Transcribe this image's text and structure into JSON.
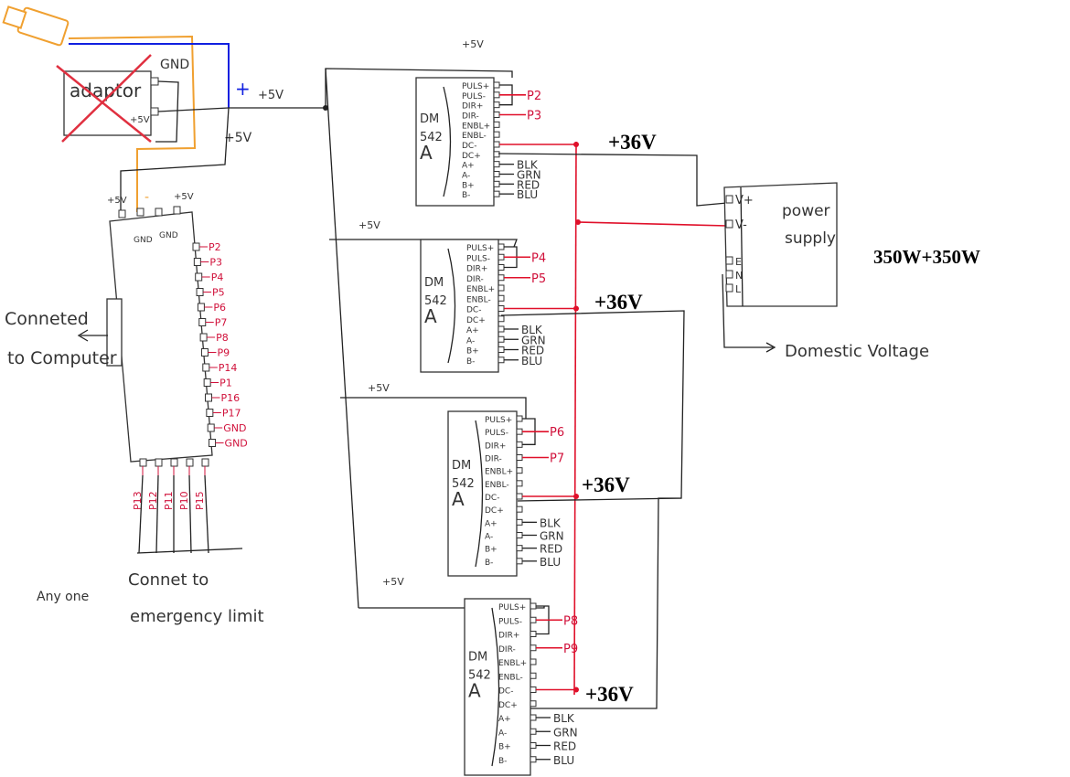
{
  "usb_adapter": {
    "gnd_label": "GND",
    "plus_label": "+5V",
    "adapter_label": "adaptor",
    "blue_plus": "+",
    "plus5v_top": "+5V",
    "plus5v_lower": "+5V"
  },
  "breakout_board": {
    "top_labels": [
      "+5V",
      "-",
      "+5V"
    ],
    "gnd_labels": [
      "GND",
      "GND"
    ],
    "right_pins": [
      "P2",
      "P3",
      "P4",
      "P5",
      "P6",
      "P7",
      "P8",
      "P9",
      "P14",
      "P1",
      "P16",
      "P17",
      "GND",
      "GND"
    ],
    "bottom_pins": [
      "P13",
      "P12",
      "P11",
      "P10",
      "P15"
    ],
    "connector_note": [
      "Conneted",
      "to Computer"
    ],
    "any_one": "Any one",
    "limit_note": [
      "Connet to",
      "emergency limit"
    ]
  },
  "drivers": [
    {
      "name": [
        "DM",
        "542",
        "A"
      ],
      "v5": "+5V",
      "pins": [
        "PULS+",
        "PULS-",
        "DIR+",
        "DIR-",
        "ENBL+",
        "ENBL-",
        "DC-",
        "DC+",
        "A+",
        "A-",
        "B+",
        "B-"
      ],
      "signals": [
        "P2",
        "P3"
      ],
      "motor": [
        "BLK",
        "GRN",
        "RED",
        "BLU"
      ],
      "v36": "+36V"
    },
    {
      "name": [
        "DM",
        "542",
        "A"
      ],
      "v5": "+5V",
      "pins": [
        "PULS+",
        "PULS-",
        "DIR+",
        "DIR-",
        "ENBL+",
        "ENBL-",
        "DC-",
        "DC+",
        "A+",
        "A-",
        "B+",
        "B-"
      ],
      "signals": [
        "P4",
        "P5"
      ],
      "motor": [
        "BLK",
        "GRN",
        "RED",
        "BLU"
      ],
      "v36": "+36V"
    },
    {
      "name": [
        "DM",
        "542",
        "A"
      ],
      "v5": "+5V",
      "pins": [
        "PULS+",
        "PULS-",
        "DIR+",
        "DIR-",
        "ENBL+",
        "ENBL-",
        "DC-",
        "DC+",
        "A+",
        "A-",
        "B+",
        "B-"
      ],
      "signals": [
        "P6",
        "P7"
      ],
      "motor": [
        "BLK",
        "GRN",
        "RED",
        "BLU"
      ],
      "v36": "+36V"
    },
    {
      "name": [
        "DM",
        "542",
        "A"
      ],
      "v5": "+5V",
      "pins": [
        "PULS+",
        "PULS-",
        "DIR+",
        "DIR-",
        "ENBL+",
        "ENBL-",
        "DC-",
        "DC+",
        "A+",
        "A-",
        "B+",
        "B-"
      ],
      "signals": [
        "P8",
        "P9"
      ],
      "motor": [
        "BLK",
        "GRN",
        "RED",
        "BLU"
      ],
      "v36": "+36V"
    }
  ],
  "power_supply": {
    "title": [
      "power",
      "supply"
    ],
    "terminals": [
      "V+",
      "V-",
      "E",
      "N",
      "L"
    ],
    "input_note": "Domestic Voltage",
    "rating": "350W+350W"
  },
  "colors": {
    "signal": "#d0103a",
    "usb_power": "#1020e0",
    "usb_gnd": "#f0a030",
    "wire": "#222222"
  }
}
